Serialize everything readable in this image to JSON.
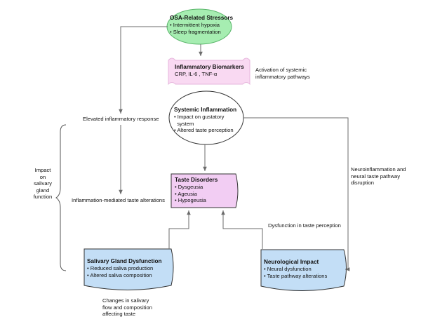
{
  "nodes": {
    "osa": {
      "title": "OSA-Related Stressors",
      "items": [
        "• Intermittent hypoxia",
        "• Sleep fragmentation"
      ]
    },
    "biomarkers": {
      "title": "Inflammatory Biomarkers",
      "subtitle": "CRP,  IL-6 , TNF-α"
    },
    "systemic": {
      "title": "Systemic Inflammation",
      "items": [
        "• Impact on gustatory",
        "  system",
        "• Altered taste perception"
      ]
    },
    "taste": {
      "title": "Taste Disorders",
      "items": [
        "• Dysgeusia",
        "• Ageusia",
        "• Hypogeusia"
      ]
    },
    "salivary": {
      "title": "Salivary Gland Dysfunction",
      "items": [
        "• Reduced saliva production",
        "• Altered saliva composition"
      ]
    },
    "neuro": {
      "title": "Neurological Impact",
      "items": [
        "• Neural dysfunction",
        "• Taste pathway alterations"
      ]
    }
  },
  "labels": {
    "activation": [
      "Activation of systemic",
      "inflammatory pathways"
    ],
    "elevated": "Elevated inflammatory response",
    "inflammation_mediated": "Inflammation-mediated taste alterations",
    "neuroinflammation": [
      "Neuroinflammation and",
      "neural taste pathway",
      "disruption"
    ],
    "dysfunction_perception": "Dysfunction in taste perception",
    "impact_salivary": [
      "Impact",
      "on",
      "salivary",
      "gland",
      "function"
    ],
    "changes_salivary": [
      "Changes in salivary",
      "flow and composition",
      "affecting taste"
    ]
  },
  "colors": {
    "green": "#a6edb1",
    "pink": "#f9d9f2",
    "violet": "#f2cdf3",
    "blue": "#c3def6",
    "white": "#ffffff",
    "stroke": "#333333",
    "line": "#6b6b6b"
  }
}
